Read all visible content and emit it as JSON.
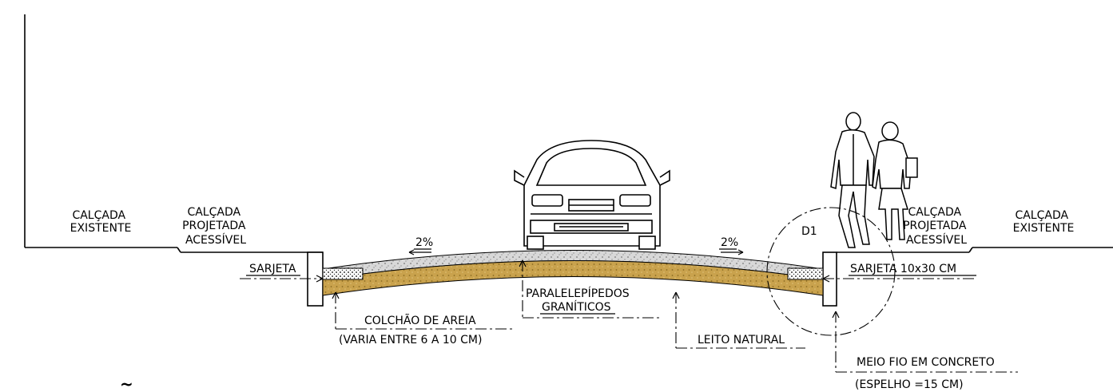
{
  "labels": {
    "calcada_existente": [
      "CALÇADA",
      "EXISTENTE"
    ],
    "calcada_projetada": [
      "CALÇADA",
      "PROJETADA",
      "ACESSÍVEL"
    ],
    "sarjeta_left": "SARJETA",
    "sarjeta_right": "SARJETA 10x30 CM",
    "slope_left": "2%",
    "slope_right": "2%",
    "paralelepipedos": [
      "PARALELEPÍPEDOS",
      "GRANÍTICOS"
    ],
    "colchao": "COLCHÃO DE AREIA",
    "colchao_note": "(VARIA ENTRE 6 A 10 CM)",
    "leito": "LEITO NATURAL",
    "meio_fio": "MEIO FIO EM CONCRETO",
    "meio_fio_note": "(ESPELHO =15 CM)",
    "detail": "D1",
    "tilde": "~"
  },
  "colors": {
    "pavement": "#b9b9b9",
    "sand": "#b8913a",
    "ink": "#000000"
  }
}
